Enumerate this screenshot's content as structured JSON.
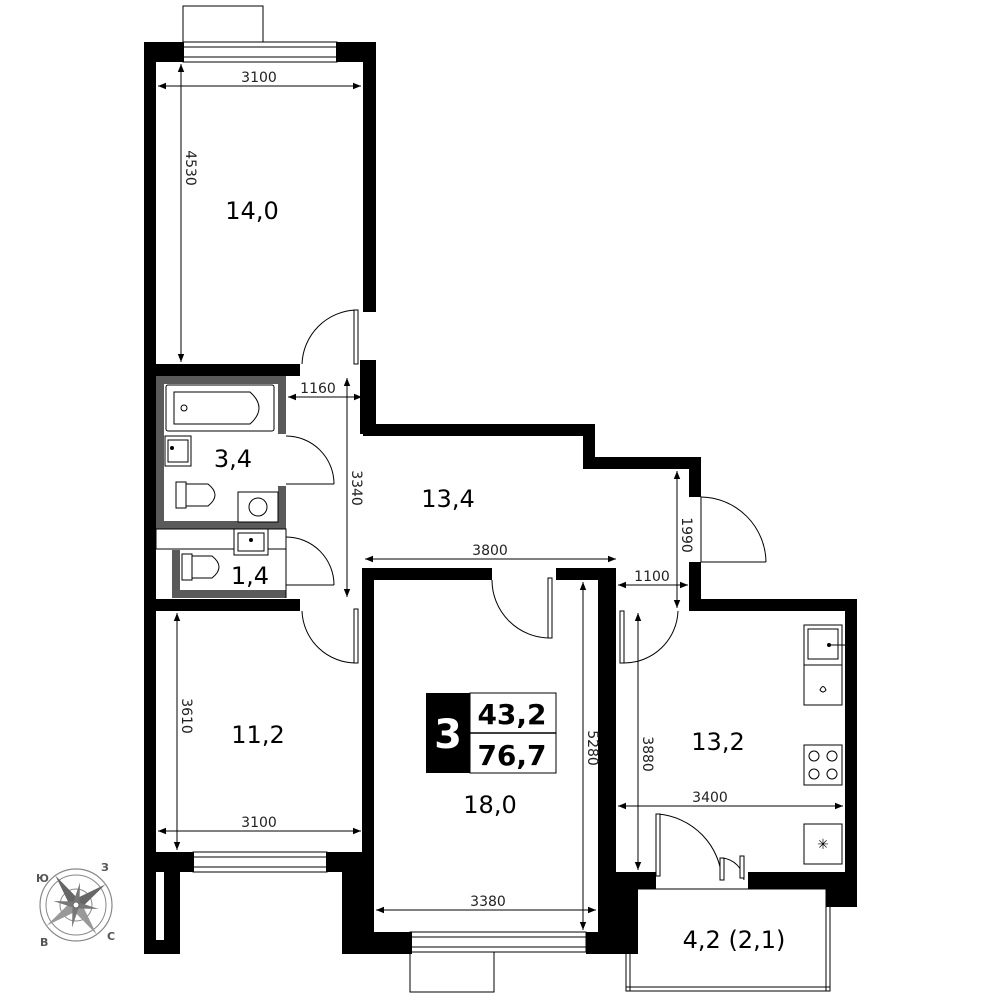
{
  "apartment": {
    "rooms_count": "3",
    "living_area": "43,2",
    "total_area": "76,7"
  },
  "rooms": [
    {
      "id": "bedroom-top",
      "area": "14,0"
    },
    {
      "id": "bathroom",
      "area": "3,4"
    },
    {
      "id": "toilet",
      "area": "1,4"
    },
    {
      "id": "hallway",
      "area": "13,4"
    },
    {
      "id": "bedroom-bottom",
      "area": "11,2"
    },
    {
      "id": "living-room",
      "area": "18,0"
    },
    {
      "id": "kitchen",
      "area": "13,2"
    },
    {
      "id": "balcony",
      "area": "4,2 (2,1)"
    }
  ],
  "dimensions": {
    "top_room_width": "3100",
    "top_room_height": "4530",
    "corridor_width": "1160",
    "hall_height": "3340",
    "hall_width": "3800",
    "entrance_depth": "1990",
    "entrance_width": "1100",
    "bottom_room_height": "3610",
    "bottom_room_width": "3100",
    "living_height": "5280",
    "living_width": "3380",
    "kitchen_height": "3880",
    "kitchen_width": "3400"
  },
  "compass": {
    "north": "С",
    "south": "Ю",
    "east": "В",
    "west": "З"
  }
}
